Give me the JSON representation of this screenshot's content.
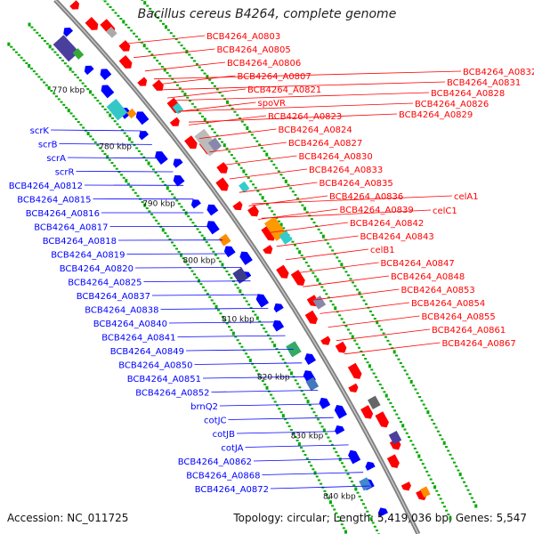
{
  "title": "Bacillus cereus B4264, complete genome",
  "footer": {
    "accession": "Accession: NC_011725",
    "summary": "Topology: circular; Length: 5,419,036 bp; Genes: 5,547"
  },
  "colors": {
    "forward_strand": "#ff0000",
    "reverse_strand": "#0000ff",
    "backbone": "#888888",
    "tick": "#00aa00"
  },
  "scale_labels": [
    "770 kbp",
    "780 kbp",
    "790 kbp",
    "800 kbp",
    "810 kbp",
    "820 kbp",
    "830 kbp",
    "840 kbp"
  ],
  "forward_labels": [
    "BCB4264_A0803",
    "BCB4264_A0805",
    "BCB4264_A0806",
    "BCB4264_A0807",
    "BCB4264_A0821",
    "spoVR",
    "BCB4264_A0823",
    "BCB4264_A0824",
    "BCB4264_A0827",
    "BCB4264_A0830",
    "BCB4264_A0833",
    "BCB4264_A0835",
    "BCB4264_A0836",
    "BCB4264_A0839",
    "BCB4264_A0842",
    "BCB4264_A0843",
    "celB1",
    "BCB4264_A0847",
    "BCB4264_A0848",
    "BCB4264_A0853",
    "BCB4264_A0854",
    "BCB4264_A0855",
    "BCB4264_A0861",
    "BCB4264_A0867",
    "BCB4264_A0832",
    "BCB4264_A0831",
    "BCB4264_A0828",
    "BCB4264_A0826",
    "BCB4264_A0829",
    "celA1",
    "celC1"
  ],
  "reverse_labels": [
    "scrK",
    "scrB",
    "scrA",
    "scrR",
    "BCB4264_A0812",
    "BCB4264_A0815",
    "BCB4264_A0816",
    "BCB4264_A0817",
    "BCB4264_A0818",
    "BCB4264_A0819",
    "BCB4264_A0820",
    "BCB4264_A0825",
    "BCB4264_A0837",
    "BCB4264_A0838",
    "BCB4264_A0840",
    "BCB4264_A0841",
    "BCB4264_A0849",
    "BCB4264_A0850",
    "BCB4264_A0851",
    "BCB4264_A0852",
    "brnQ2",
    "cotJC",
    "cotJB",
    "cotJA",
    "BCB4264_A0862",
    "BCB4264_A0868",
    "BCB4264_A0872"
  ]
}
